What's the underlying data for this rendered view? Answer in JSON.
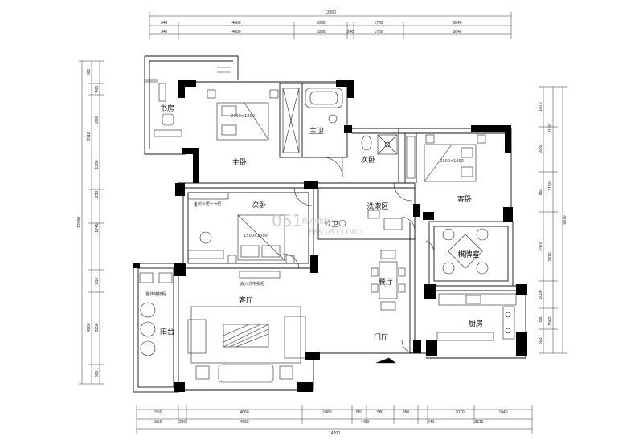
{
  "rooms": {
    "study": "书房",
    "master_bedroom": "主卧",
    "master_bath": "主卫",
    "second_bedroom_top": "次卧",
    "guest_room": "客卧",
    "second_bedroom_mid": "次卧",
    "wash_area": "洗漱区",
    "public_bath": "公卫",
    "chess_room": "棋牌室",
    "dining": "餐厅",
    "living": "客厅",
    "balcony": "阳台",
    "kitchen": "厨房",
    "entry": "门厅"
  },
  "furniture": {
    "bed_master": "2000×1800",
    "bed_guest": "2000×1800",
    "bed_second": "1500×2000",
    "wardrobe_note": "定制衣柜+书柜",
    "tv_cabinet_note": "嵌入式电视柜",
    "balcony_cabinet_note": "整体储物柜"
  },
  "watermark": {
    "logo": "051",
    "brand": "房产论坛",
    "url": "BBS.0513.ORG"
  },
  "dimensions": {
    "top_total": "13260",
    "top_row1": [
      "340",
      "4080",
      "1880",
      "1760",
      "3840"
    ],
    "top_row2": [
      "340",
      "4080",
      "1880",
      "240",
      "1760",
      "3840"
    ],
    "left_row1": [
      "860",
      "400",
      "3510",
      "1890",
      "1300",
      "250",
      "1740",
      "810",
      "4260",
      "3250",
      "800"
    ],
    "left_total": "12080",
    "right_row1": [
      "1470",
      "1680",
      "860",
      "2470",
      "1000",
      "690",
      "600"
    ],
    "right_row2": [
      "3150",
      "3150",
      "2470",
      "1560"
    ],
    "right_total": "9870",
    "bottom_row1": [
      "1550",
      "4660",
      "1880",
      "560",
      "980",
      "880",
      "2070",
      "1040"
    ],
    "bottom_row2": [
      "1550",
      "240",
      "4660",
      "4400",
      "240",
      "3110"
    ],
    "bottom_total": "14200"
  }
}
